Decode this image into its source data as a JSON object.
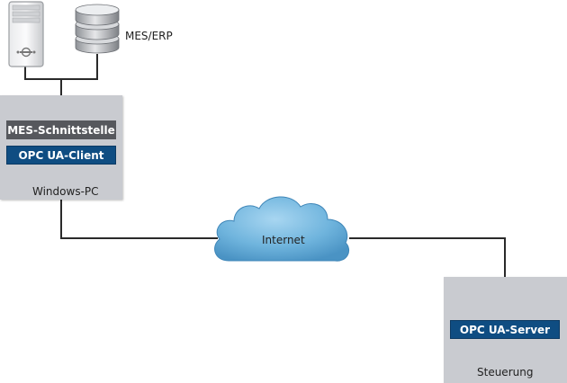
{
  "icons": {
    "tower_server": "tower-server-icon",
    "database": "database-icon",
    "cloud": "cloud-icon"
  },
  "erp": {
    "label": "MES/ERP"
  },
  "windows_pc": {
    "caption": "Windows-PC",
    "mes_interface": "MES-Schnittstelle",
    "opc_client": "OPC UA-Client"
  },
  "internet": {
    "label": "Internet"
  },
  "controller": {
    "caption": "Steuerung",
    "opc_server": "OPC UA-Server"
  },
  "colors": {
    "box_gray": "#c9cbd0",
    "pill_dark": "#56585d",
    "pill_blue": "#0f4d82",
    "cloud_blue": "#6fb4dd"
  }
}
